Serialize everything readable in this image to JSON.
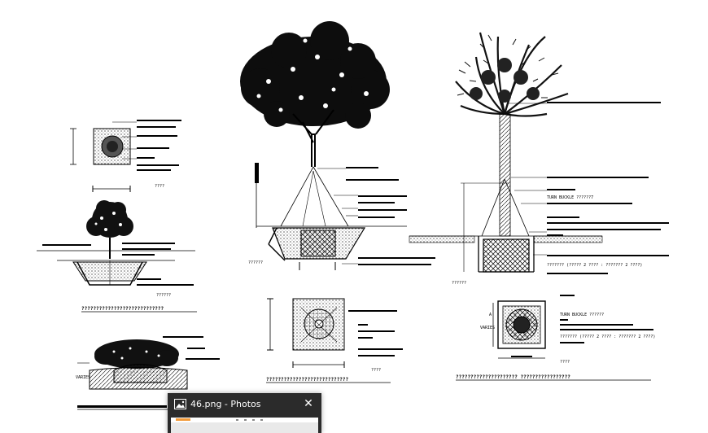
{
  "drawing": {
    "labels": {
      "marks": "????",
      "scale_left": "??????",
      "scale_mid": "??????",
      "title_left": "????????????????????????????",
      "title_mid": "????????????????????????????",
      "title_right": "?????????????????????  ?????????????????",
      "palm_turn_buckle": "TURN BUCKLE ??????7",
      "palm_turn_buckle2": "TURN BUCKLE ??????",
      "palm_dims": "??????? (????? 2 ???? : ??????? 2 ????)",
      "palm_dims2": "??????? (????? 2 ???? : ??????? 2 ????)",
      "varies": "VARIES",
      "varies2": "VARIES",
      "dim_a": "A"
    }
  },
  "photos_thumbnail": {
    "title": "46.png - Photos",
    "close_symbol": "✕",
    "app_icon": "photos-app-icon",
    "close_icon": "close-icon"
  },
  "colors": {
    "thumbnail_bg": "#2b2b2b",
    "thumbnail_text": "#ffffff",
    "preview_accent": "#f29a38"
  }
}
